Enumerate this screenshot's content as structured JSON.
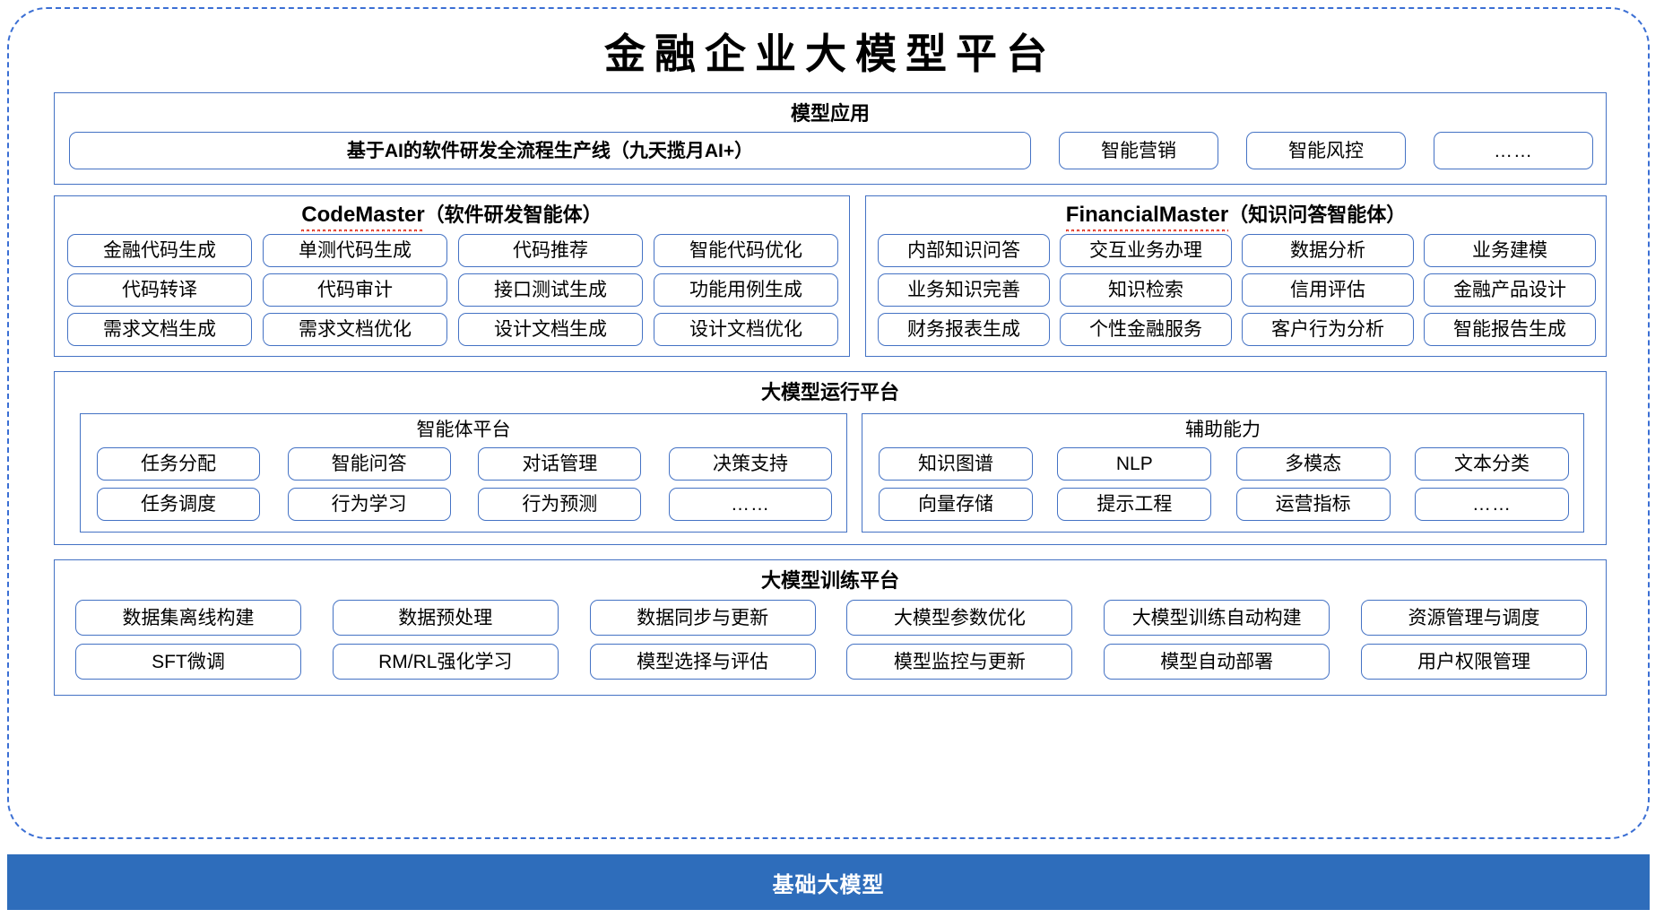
{
  "page": {
    "title": "金融企业大模型平台"
  },
  "colors": {
    "border_blue": "#4472C4",
    "frame_dashed": "#3B6FD4",
    "base_bar_bg": "#2E6DBB",
    "spellcheck_red": "#E03020"
  },
  "model_apps": {
    "title": "模型应用",
    "wide_item": "基于AI的软件研发全流程生产线（九天揽月AI+）",
    "items": [
      "智能营销",
      "智能风控",
      "……"
    ]
  },
  "code_master": {
    "title_en": "CodeMaster",
    "title_cn": "（软件研发智能体）",
    "rows": [
      [
        "金融代码生成",
        "单测代码生成",
        "代码推荐",
        "智能代码优化"
      ],
      [
        "代码转译",
        "代码审计",
        "接口测试生成",
        "功能用例生成"
      ],
      [
        "需求文档生成",
        "需求文档优化",
        "设计文档生成",
        "设计文档优化"
      ]
    ]
  },
  "financial_master": {
    "title_en": "FinancialMaster",
    "title_cn": "（知识问答智能体）",
    "rows": [
      [
        "内部知识问答",
        "交互业务办理",
        "数据分析",
        "业务建模"
      ],
      [
        "业务知识完善",
        "知识检索",
        "信用评估",
        "金融产品设计"
      ],
      [
        "财务报表生成",
        "个性金融服务",
        "客户行为分析",
        "智能报告生成"
      ]
    ]
  },
  "runtime_platform": {
    "title": "大模型运行平台",
    "agent_platform": {
      "title": "智能体平台",
      "rows": [
        [
          "任务分配",
          "智能问答",
          "对话管理",
          "决策支持"
        ],
        [
          "任务调度",
          "行为学习",
          "行为预测",
          "……"
        ]
      ]
    },
    "auxiliary": {
      "title": "辅助能力",
      "rows": [
        [
          "知识图谱",
          "NLP",
          "多模态",
          "文本分类"
        ],
        [
          "向量存储",
          "提示工程",
          "运营指标",
          "……"
        ]
      ]
    }
  },
  "training_platform": {
    "title": "大模型训练平台",
    "rows": [
      [
        "数据集离线构建",
        "数据预处理",
        "数据同步与更新",
        "大模型参数优化",
        "大模型训练自动构建",
        "资源管理与调度"
      ],
      [
        "SFT微调",
        "RM/RL强化学习",
        "模型选择与评估",
        "模型监控与更新",
        "模型自动部署",
        "用户权限管理"
      ]
    ]
  },
  "base_model": {
    "label": "基础大模型"
  }
}
